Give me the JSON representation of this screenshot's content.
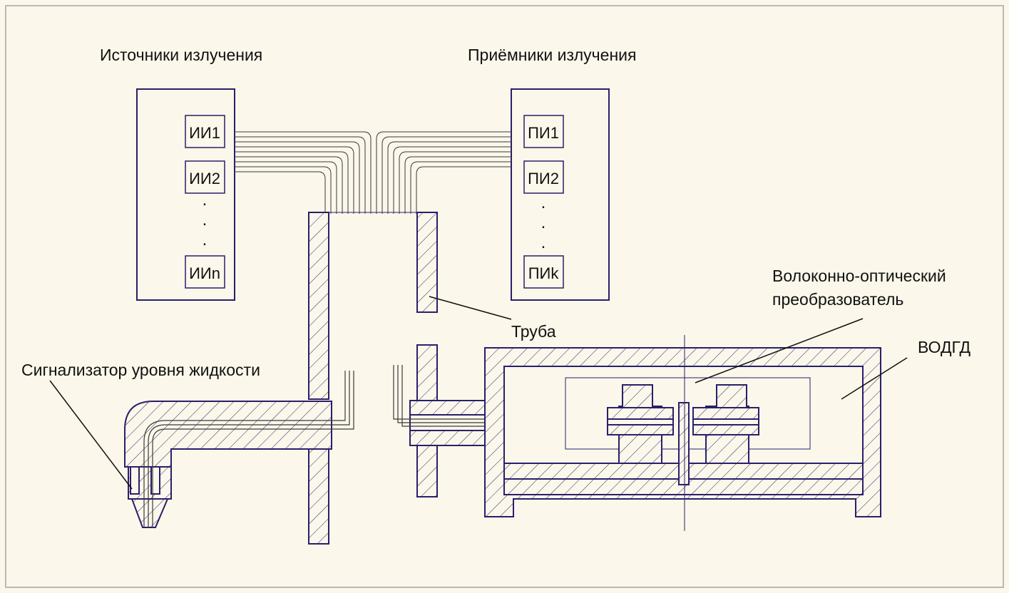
{
  "labels": {
    "sources_title": "Источники излучения",
    "receivers_title": "Приёмники излучения",
    "pipe": "Труба",
    "converter_line1": "Волоконно-оптический",
    "converter_line2": "преобразователь",
    "vodgd": "ВОДГД",
    "level_alarm": "Сигнализатор уровня жидкости"
  },
  "sources": [
    "ИИ1",
    "ИИ2",
    "ИИn"
  ],
  "receivers": [
    "ПИ1",
    "ПИ2",
    "ПИk"
  ],
  "dots": ".",
  "colors": {
    "background": "#fbf7ea",
    "frame": "#b9b9b9",
    "ink": "#2a1f6b",
    "fiber": "#3a3a3a",
    "text": "#111111"
  }
}
